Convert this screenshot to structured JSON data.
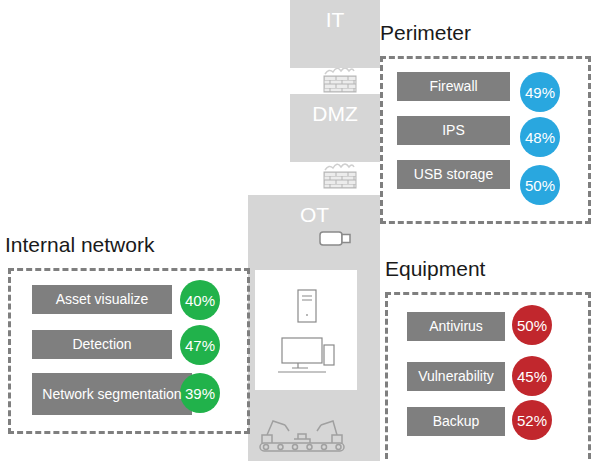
{
  "diagram": {
    "nodes": [
      {
        "text": [
          "IT"
        ]
      },
      {
        "text": [
          "DMZ"
        ]
      },
      {
        "text": [
          "OT"
        ]
      },
      {
        "text": [
          "Perimeter"
        ]
      },
      {
        "text": [
          "Firewall"
        ],
        "in": 3
      },
      {
        "text": [
          "49%"
        ],
        "in": 3
      },
      {
        "text": [
          "IPS"
        ],
        "in": 3
      },
      {
        "text": [
          "48%"
        ],
        "in": 3
      },
      {
        "text": [
          "USB storage"
        ],
        "in": 3
      },
      {
        "text": [
          "50%"
        ],
        "in": 3
      },
      {
        "text": [
          "Internal network"
        ]
      },
      {
        "text": [
          "Asset visualize"
        ],
        "in": 10
      },
      {
        "text": [
          "40%"
        ],
        "in": 10
      },
      {
        "text": [
          "Detection"
        ],
        "in": 10
      },
      {
        "text": [
          "47%"
        ],
        "in": 10
      },
      {
        "text": [
          "Network segmentation"
        ],
        "in": 10
      },
      {
        "text": [
          "39%"
        ],
        "in": 10
      },
      {
        "text": [
          "Equipment"
        ]
      },
      {
        "text": [
          "Antivirus"
        ],
        "in": 17
      },
      {
        "text": [
          "50%"
        ],
        "in": 17
      },
      {
        "text": [
          "Vulnerability"
        ],
        "in": 17
      },
      {
        "text": [
          "45%"
        ],
        "in": 17
      },
      {
        "text": [
          "Backup"
        ],
        "in": 17
      },
      {
        "text": [
          "52%"
        ],
        "in": 17
      }
    ]
  }
}
